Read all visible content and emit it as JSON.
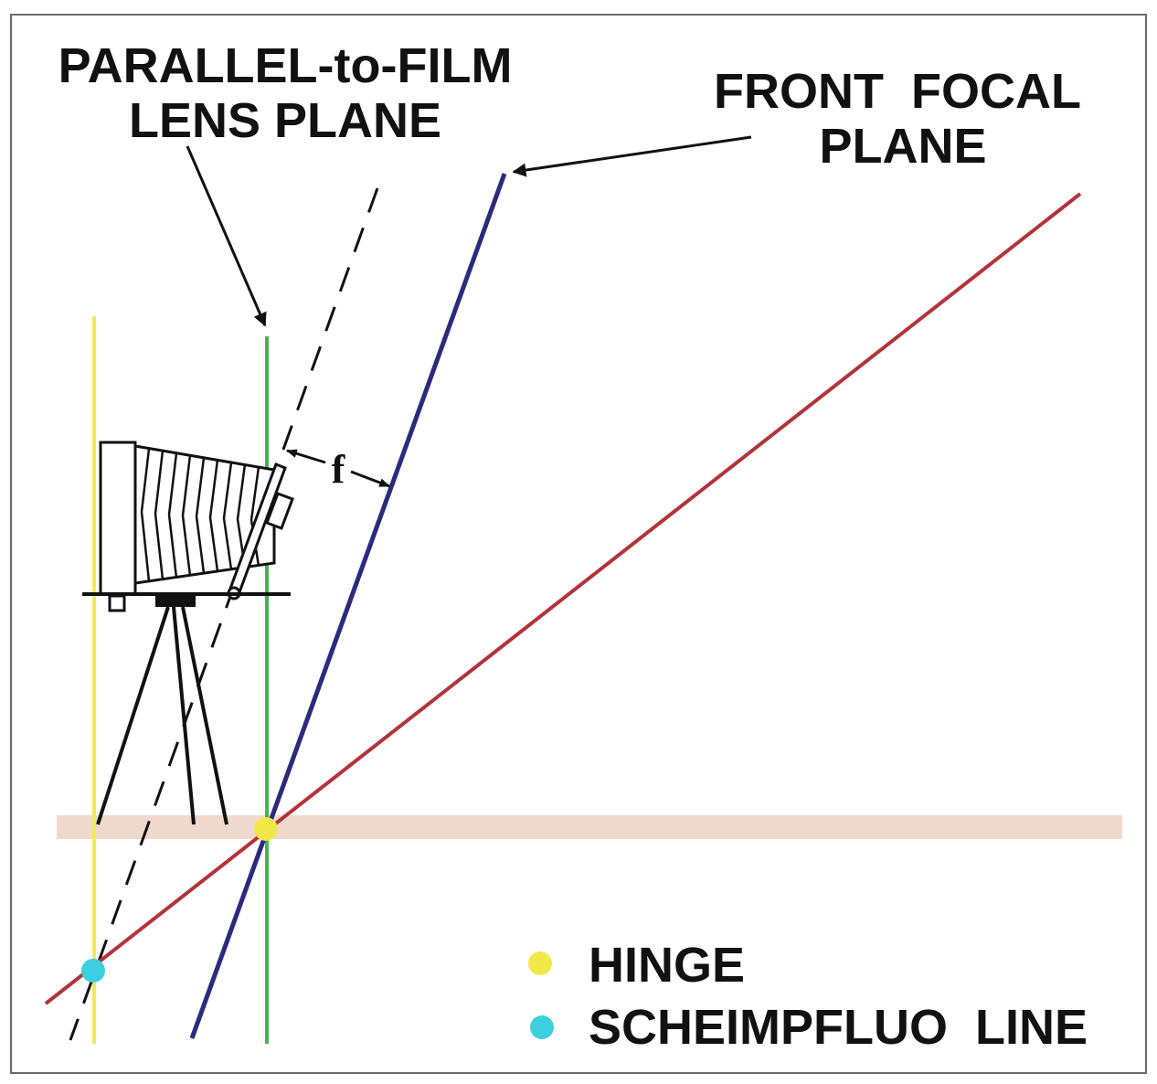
{
  "labels": {
    "parallel_line1": "PARALLEL-to-FILM",
    "parallel_line2": "LENS PLANE",
    "front_focal_line1": "FRONT  FOCAL",
    "front_focal_line2": "PLANE",
    "f": "f"
  },
  "legend": {
    "hinge": "HINGE",
    "scheimpflug": "SCHEIMPFLUO  LINE"
  },
  "colors": {
    "hinge": "#f2e84a",
    "scheimpflug": "#3ccfe0",
    "film_plane": "#f0e860",
    "parallel_lens_plane": "#4caf50",
    "front_focal_plane": "#2b2b7e",
    "plane_of_focus": "#b3333a",
    "ground": "#eed9cc",
    "lens_plane": "#111111"
  }
}
